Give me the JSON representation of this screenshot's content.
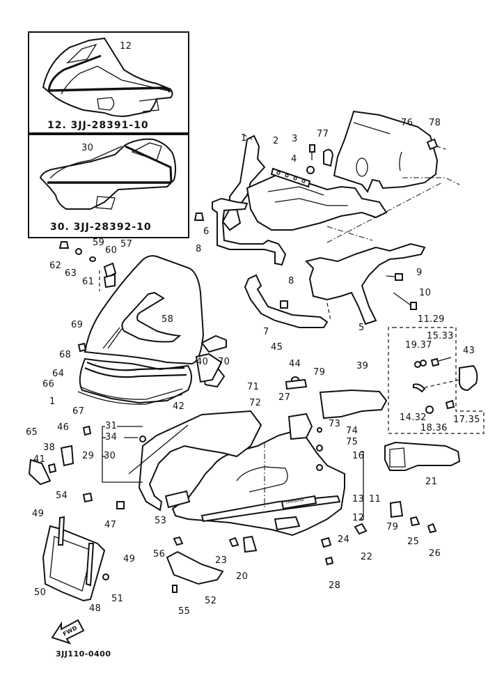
{
  "diagram": {
    "title": "Yamaha 3JJ Fairing / Cowling Exploded Parts Diagram",
    "document_code": "3JJ110-0400",
    "direction_arrow": "FWD",
    "insets": [
      {
        "callout": "12",
        "caption": "12. 3JJ-28391-10"
      },
      {
        "callout": "30",
        "caption": "30. 3JJ-28392-10"
      }
    ],
    "callouts": {
      "c1": "1",
      "c2": "2",
      "c3": "3",
      "c4": "4",
      "c5": "5",
      "c6": "6",
      "c7": "7",
      "c8a": "8",
      "c8b": "8",
      "c9": "9",
      "c10": "10",
      "c11_29": "11.29",
      "c11": "11",
      "c12": "12",
      "c13": "13",
      "c14_32": "14.32",
      "c15_33": "15.33",
      "c16": "16",
      "c17_35": "17.35",
      "c18_36": "18.36",
      "c19_37": "19.37",
      "c20": "20",
      "c21": "21",
      "c22": "22",
      "c23": "23",
      "c24": "24",
      "c25": "25",
      "c26": "26",
      "c27": "27",
      "c28": "28",
      "c29": "29",
      "c30": "30",
      "c31": "31",
      "c34": "34",
      "c38": "38",
      "c39": "39",
      "c40": "40",
      "c41": "41",
      "c42": "42",
      "c43": "43",
      "c44": "44",
      "c45": "45",
      "c46": "46",
      "c47": "47",
      "c48": "48",
      "c49a": "49",
      "c49b": "49",
      "c50": "50",
      "c51": "51",
      "c52": "52",
      "c53": "53",
      "c54": "54",
      "c55": "55",
      "c56": "56",
      "c57": "57",
      "c58": "58",
      "c59": "59",
      "c60": "60",
      "c61": "61",
      "c62": "62",
      "c63": "63",
      "c64": "64",
      "c65": "65",
      "c66": "66",
      "c67": "67",
      "c68": "68",
      "c69": "69",
      "c70": "70",
      "c71": "71",
      "c72": "72",
      "c73": "73",
      "c74": "74",
      "c75": "75",
      "c76": "76",
      "c77": "77",
      "c78": "78",
      "c79a": "79",
      "c79b": "79",
      "c65_1": "1"
    },
    "emblem_text": "YAMAHA"
  }
}
